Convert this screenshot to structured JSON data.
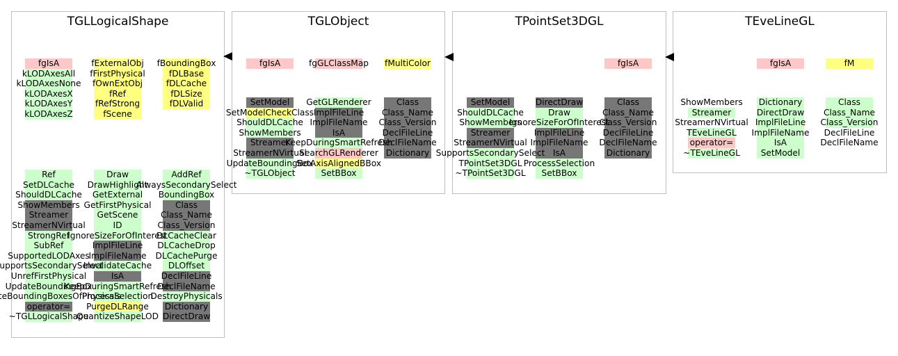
{
  "colors": {
    "data_member": "#ffff80",
    "pink": "#ffc8c8",
    "green": "#ccffcc",
    "gray": "#777777",
    "none": "transparent"
  },
  "classes": [
    {
      "title": "TGLLogicalShape",
      "columns": [
        {
          "items": [
            [
              "fgIsA",
              "pink"
            ],
            [
              "kLODAxesAll",
              "green"
            ],
            [
              "kLODAxesNone",
              "green"
            ],
            [
              "kLODAxesX",
              "green"
            ],
            [
              "kLODAxesY",
              "green"
            ],
            [
              "kLODAxesZ",
              "green"
            ]
          ]
        },
        {
          "items": [
            [
              "fExternalObj",
              "data_member"
            ],
            [
              "fFirstPhysical",
              "data_member"
            ],
            [
              "fOwnExtObj",
              "data_member"
            ],
            [
              "fRef",
              "data_member"
            ],
            [
              "fRefStrong",
              "data_member"
            ],
            [
              "fScene",
              "data_member"
            ]
          ]
        },
        {
          "items": [
            [
              "fBoundingBox",
              "data_member"
            ],
            [
              "fDLBase",
              "data_member"
            ],
            [
              "fDLCache",
              "data_member"
            ],
            [
              "fDLSize",
              "data_member"
            ],
            [
              "fDLValid",
              "data_member"
            ]
          ]
        },
        {
          "items": [
            [
              "Ref",
              "green"
            ],
            [
              "SetDLCache",
              "green"
            ],
            [
              "ShouldDLCache",
              "green"
            ],
            [
              "ShowMembers",
              "gray"
            ],
            [
              "Streamer",
              "gray"
            ],
            [
              "StreamerNVirtual",
              "gray"
            ],
            [
              "StrongRef",
              "green"
            ],
            [
              "SubRef",
              "green"
            ],
            [
              "SupportedLODAxes",
              "green"
            ],
            [
              "SupportsSecondarySelect",
              "green"
            ],
            [
              "UnrefFirstPhysical",
              "green"
            ],
            [
              "UpdateBoundingBox",
              "green"
            ],
            [
              "UpdateBoundingBoxesOfPhysicals",
              "green"
            ],
            [
              "operator=",
              "gray"
            ],
            [
              "~TGLLogicalShape",
              "green"
            ]
          ]
        },
        {
          "items": [
            [
              "Draw",
              "green"
            ],
            [
              "DrawHighlight",
              "green"
            ],
            [
              "GetExternal",
              "green"
            ],
            [
              "GetFirstPhysical",
              "green"
            ],
            [
              "GetScene",
              "green"
            ],
            [
              "ID",
              "green"
            ],
            [
              "IgnoreSizeForOfInterest",
              "green"
            ],
            [
              "ImplFileLine",
              "gray"
            ],
            [
              "ImplFileName",
              "gray"
            ],
            [
              "InvalidateCache",
              "green"
            ],
            [
              "IsA",
              "gray"
            ],
            [
              "KeepDuringSmartRefresh",
              "green"
            ],
            [
              "ProcessSelection",
              "green"
            ],
            [
              "PurgeDLRange",
              "data_member"
            ],
            [
              "QuantizeShapeLOD",
              "green"
            ]
          ]
        },
        {
          "items": [
            [
              "AddRef",
              "green"
            ],
            [
              "AlwaysSecondarySelect",
              "green"
            ],
            [
              "BoundingBox",
              "green"
            ],
            [
              "Class",
              "gray"
            ],
            [
              "Class_Name",
              "gray"
            ],
            [
              "Class_Version",
              "gray"
            ],
            [
              "DLCacheClear",
              "green"
            ],
            [
              "DLCacheDrop",
              "green"
            ],
            [
              "DLCachePurge",
              "green"
            ],
            [
              "DLOffset",
              "green"
            ],
            [
              "DeclFileLine",
              "gray"
            ],
            [
              "DeclFileName",
              "gray"
            ],
            [
              "DestroyPhysicals",
              "green"
            ],
            [
              "Dictionary",
              "gray"
            ],
            [
              "DirectDraw",
              "gray"
            ]
          ]
        }
      ]
    },
    {
      "title": "TGLObject",
      "columns": [
        {
          "items": [
            [
              "fgIsA",
              "pink"
            ]
          ]
        },
        {
          "items": [
            [
              "fgGLClassMap",
              "pink"
            ]
          ]
        },
        {
          "items": [
            [
              "fMultiColor",
              "data_member"
            ]
          ]
        },
        {
          "items": [
            [
              "SetModel",
              "gray"
            ],
            [
              "SetModelCheckClass",
              "data_member"
            ],
            [
              "ShouldDLCache",
              "green"
            ],
            [
              "ShowMembers",
              "green"
            ],
            [
              "Streamer",
              "gray"
            ],
            [
              "StreamerNVirtual",
              "gray"
            ],
            [
              "UpdateBoundingBox",
              "green"
            ],
            [
              "~TGLObject",
              "green"
            ]
          ]
        },
        {
          "items": [
            [
              "GetGLRenderer",
              "green"
            ],
            [
              "ImplFileLine",
              "gray"
            ],
            [
              "ImplFileName",
              "gray"
            ],
            [
              "IsA",
              "gray"
            ],
            [
              "KeepDuringSmartRefresh",
              "green"
            ],
            [
              "SearchGLRenderer",
              "pink"
            ],
            [
              "SetAxisAlignedBBox",
              "data_member"
            ],
            [
              "SetBBox",
              "green"
            ]
          ]
        },
        {
          "items": [
            [
              "Class",
              "gray"
            ],
            [
              "Class_Name",
              "gray"
            ],
            [
              "Class_Version",
              "gray"
            ],
            [
              "DeclFileLine",
              "gray"
            ],
            [
              "DeclFileName",
              "gray"
            ],
            [
              "Dictionary",
              "gray"
            ]
          ]
        }
      ]
    },
    {
      "title": "TPointSet3DGL",
      "columns": [
        {
          "items": [
            [
              "SetModel",
              "gray"
            ],
            [
              "ShouldDLCache",
              "green"
            ],
            [
              "ShowMembers",
              "green"
            ],
            [
              "Streamer",
              "gray"
            ],
            [
              "StreamerNVirtual",
              "gray"
            ],
            [
              "SupportsSecondarySelect",
              "green"
            ],
            [
              "TPointSet3DGL",
              "green"
            ],
            [
              "~TPointSet3DGL",
              "green"
            ]
          ]
        },
        {
          "items": [
            [
              "DirectDraw",
              "gray"
            ],
            [
              "Draw",
              "green"
            ],
            [
              "IgnoreSizeForOfInterest",
              "green"
            ],
            [
              "ImplFileLine",
              "gray"
            ],
            [
              "ImplFileName",
              "gray"
            ],
            [
              "IsA",
              "gray"
            ],
            [
              "ProcessSelection",
              "green"
            ],
            [
              "SetBBox",
              "green"
            ]
          ]
        },
        {
          "items": [
            [
              "fgIsA",
              "pink"
            ]
          ]
        },
        {
          "items": [
            [
              "Class",
              "gray"
            ],
            [
              "Class_Name",
              "gray"
            ],
            [
              "Class_Version",
              "gray"
            ],
            [
              "DeclFileLine",
              "gray"
            ],
            [
              "DeclFileName",
              "gray"
            ],
            [
              "Dictionary",
              "gray"
            ]
          ]
        }
      ]
    },
    {
      "title": "TEveLineGL",
      "columns": [
        {
          "items": [
            [
              "fgIsA",
              "pink"
            ]
          ]
        },
        {
          "items": [
            [
              "fM",
              "data_member"
            ]
          ]
        },
        {
          "items": [
            [
              "ShowMembers",
              "none"
            ],
            [
              "Streamer",
              "green"
            ],
            [
              "StreamerNVirtual",
              "none"
            ],
            [
              "TEveLineGL",
              "green"
            ],
            [
              "operator=",
              "pink"
            ],
            [
              "~TEveLineGL",
              "green"
            ]
          ]
        },
        {
          "items": [
            [
              "Dictionary",
              "green"
            ],
            [
              "DirectDraw",
              "green"
            ],
            [
              "ImplFileLine",
              "green"
            ],
            [
              "ImplFileName",
              "green"
            ],
            [
              "IsA",
              "green"
            ],
            [
              "SetModel",
              "green"
            ]
          ]
        },
        {
          "items": [
            [
              "Class",
              "green"
            ],
            [
              "Class_Name",
              "green"
            ],
            [
              "Class_Version",
              "green"
            ],
            [
              "DeclFileLine",
              "none"
            ],
            [
              "DeclFileName",
              "none"
            ]
          ]
        }
      ]
    }
  ]
}
